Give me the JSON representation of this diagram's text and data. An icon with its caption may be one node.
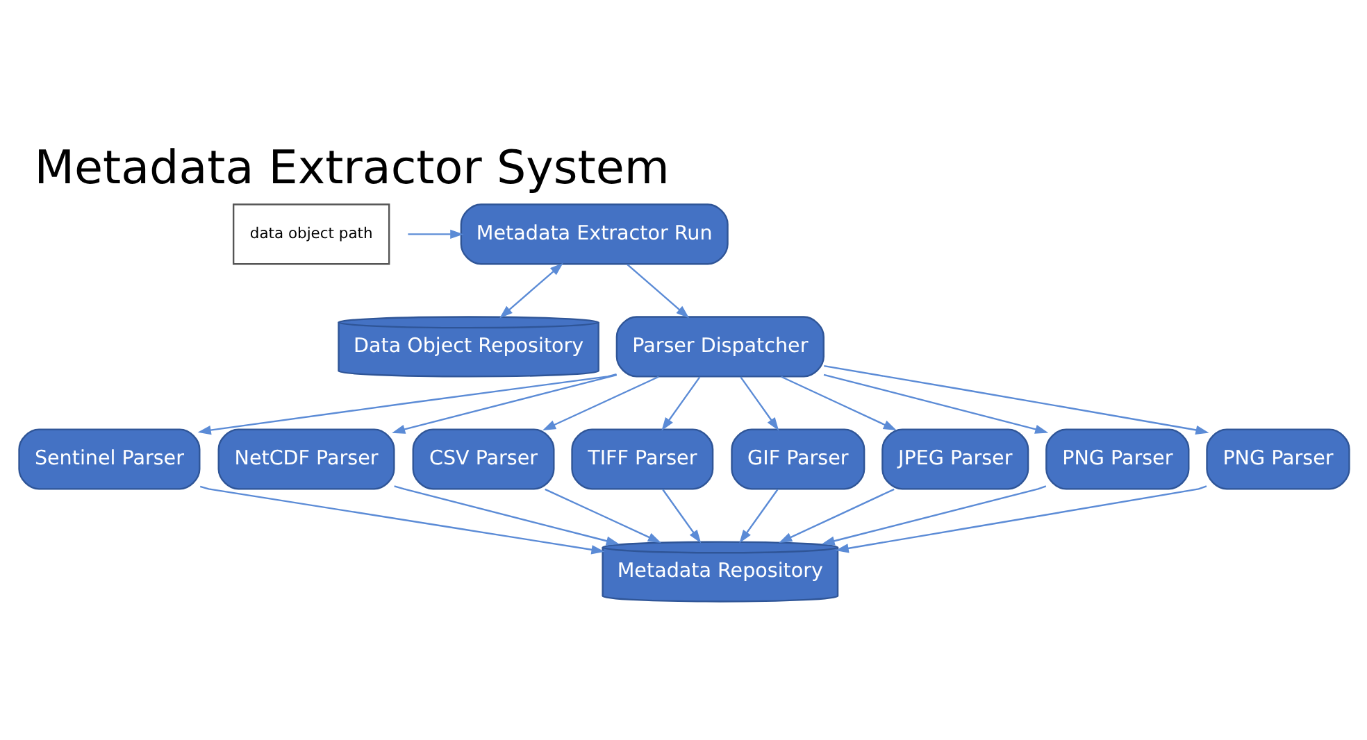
{
  "diagram": {
    "title": "Metadata Extractor System",
    "nodes": [
      {
        "text": [
          "data object path"
        ]
      },
      {
        "text": [
          "Metadata Extractor Run"
        ]
      },
      {
        "text": [
          "Data Object Repository"
        ]
      },
      {
        "text": [
          "Parser Dispatcher"
        ]
      },
      {
        "text": [
          "Sentinel Parser"
        ]
      },
      {
        "text": [
          "NetCDF Parser"
        ]
      },
      {
        "text": [
          "CSV Parser"
        ]
      },
      {
        "text": [
          "TIFF Parser"
        ]
      },
      {
        "text": [
          "GIF Parser"
        ]
      },
      {
        "text": [
          "JPEG Parser"
        ]
      },
      {
        "text": [
          "PNG Parser"
        ]
      },
      {
        "text": [
          "PNG Parser"
        ]
      },
      {
        "text": [
          "Metadata Repository"
        ]
      }
    ],
    "edges": [
      {
        "from": null,
        "to": 1,
        "arrow": "to"
      },
      {
        "from": 1,
        "to": 2,
        "arrow": "both"
      },
      {
        "from": 1,
        "to": 3,
        "arrow": "to"
      },
      {
        "from": 3,
        "to": 4,
        "arrow": "to"
      },
      {
        "from": 3,
        "to": 5,
        "arrow": "to"
      },
      {
        "from": 3,
        "to": 6,
        "arrow": "to"
      },
      {
        "from": 3,
        "to": 7,
        "arrow": "to"
      },
      {
        "from": 3,
        "to": 8,
        "arrow": "to"
      },
      {
        "from": 3,
        "to": 9,
        "arrow": "to"
      },
      {
        "from": 3,
        "to": 10,
        "arrow": "to"
      },
      {
        "from": 3,
        "to": 11,
        "arrow": "to"
      },
      {
        "from": 4,
        "to": 12,
        "arrow": "to"
      },
      {
        "from": 5,
        "to": 12,
        "arrow": "to"
      },
      {
        "from": 6,
        "to": 12,
        "arrow": "to"
      },
      {
        "from": 7,
        "to": 12,
        "arrow": "to"
      },
      {
        "from": 8,
        "to": 12,
        "arrow": "to"
      },
      {
        "from": 9,
        "to": 12,
        "arrow": "to"
      },
      {
        "from": 10,
        "to": 12,
        "arrow": "to"
      },
      {
        "from": 11,
        "to": 12,
        "arrow": "to"
      }
    ]
  }
}
